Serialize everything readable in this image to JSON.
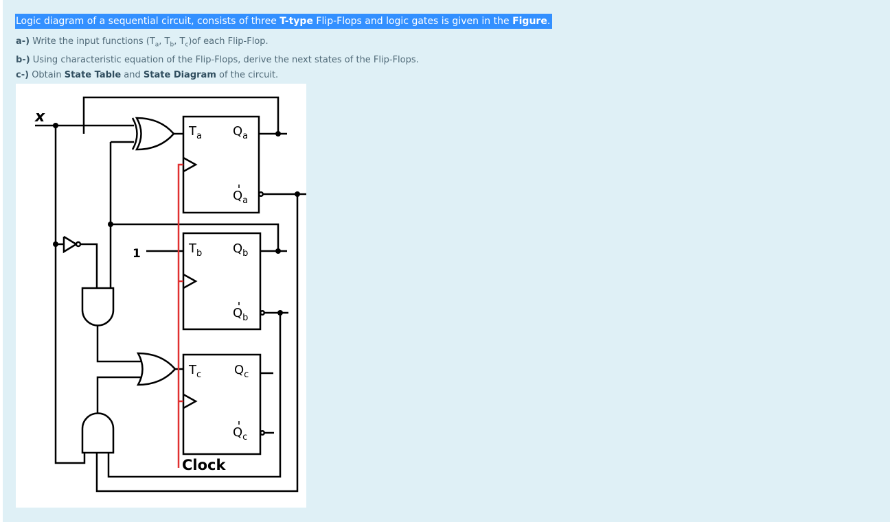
{
  "intro": {
    "text_1": "Logic diagram of a sequential circuit, consists of three ",
    "bold_1": "T-type",
    "text_2": " Flip-Flops and logic gates is given in the ",
    "bold_2": "Figure",
    "text_3": "."
  },
  "questions": [
    {
      "label": "a-)",
      "text": "Write the input functions (T",
      "s1": "a",
      "c1": ", T",
      "s2": "b",
      "c2": ", T",
      "s3": "c",
      "c3": ")of each Flip-Flop."
    },
    {
      "label": "b-)",
      "text": "Using characteristic equation of the Flip-Flops, derive the next states of the Flip-Flops."
    },
    {
      "label": "c-)",
      "t1": "Obtain ",
      "b1": "State Table",
      "t2": " and ",
      "b2": "State Diagram",
      "t3": " of the circuit."
    }
  ],
  "figure": {
    "input_label": "x",
    "constant_one": "1",
    "clock_label": "Clock",
    "flipflops": [
      {
        "input": "T",
        "input_sub": "a",
        "q": "Q",
        "q_sub": "a",
        "qbar": "Q",
        "qbar_sub": "a"
      },
      {
        "input": "T",
        "input_sub": "b",
        "q": "Q",
        "q_sub": "b",
        "qbar": "Q",
        "qbar_sub": "b"
      },
      {
        "input": "T",
        "input_sub": "c",
        "q": "Q",
        "q_sub": "c",
        "qbar": "Q",
        "qbar_sub": "c"
      }
    ],
    "colors": {
      "clock_line": "#e03030",
      "wire": "#000000"
    }
  }
}
